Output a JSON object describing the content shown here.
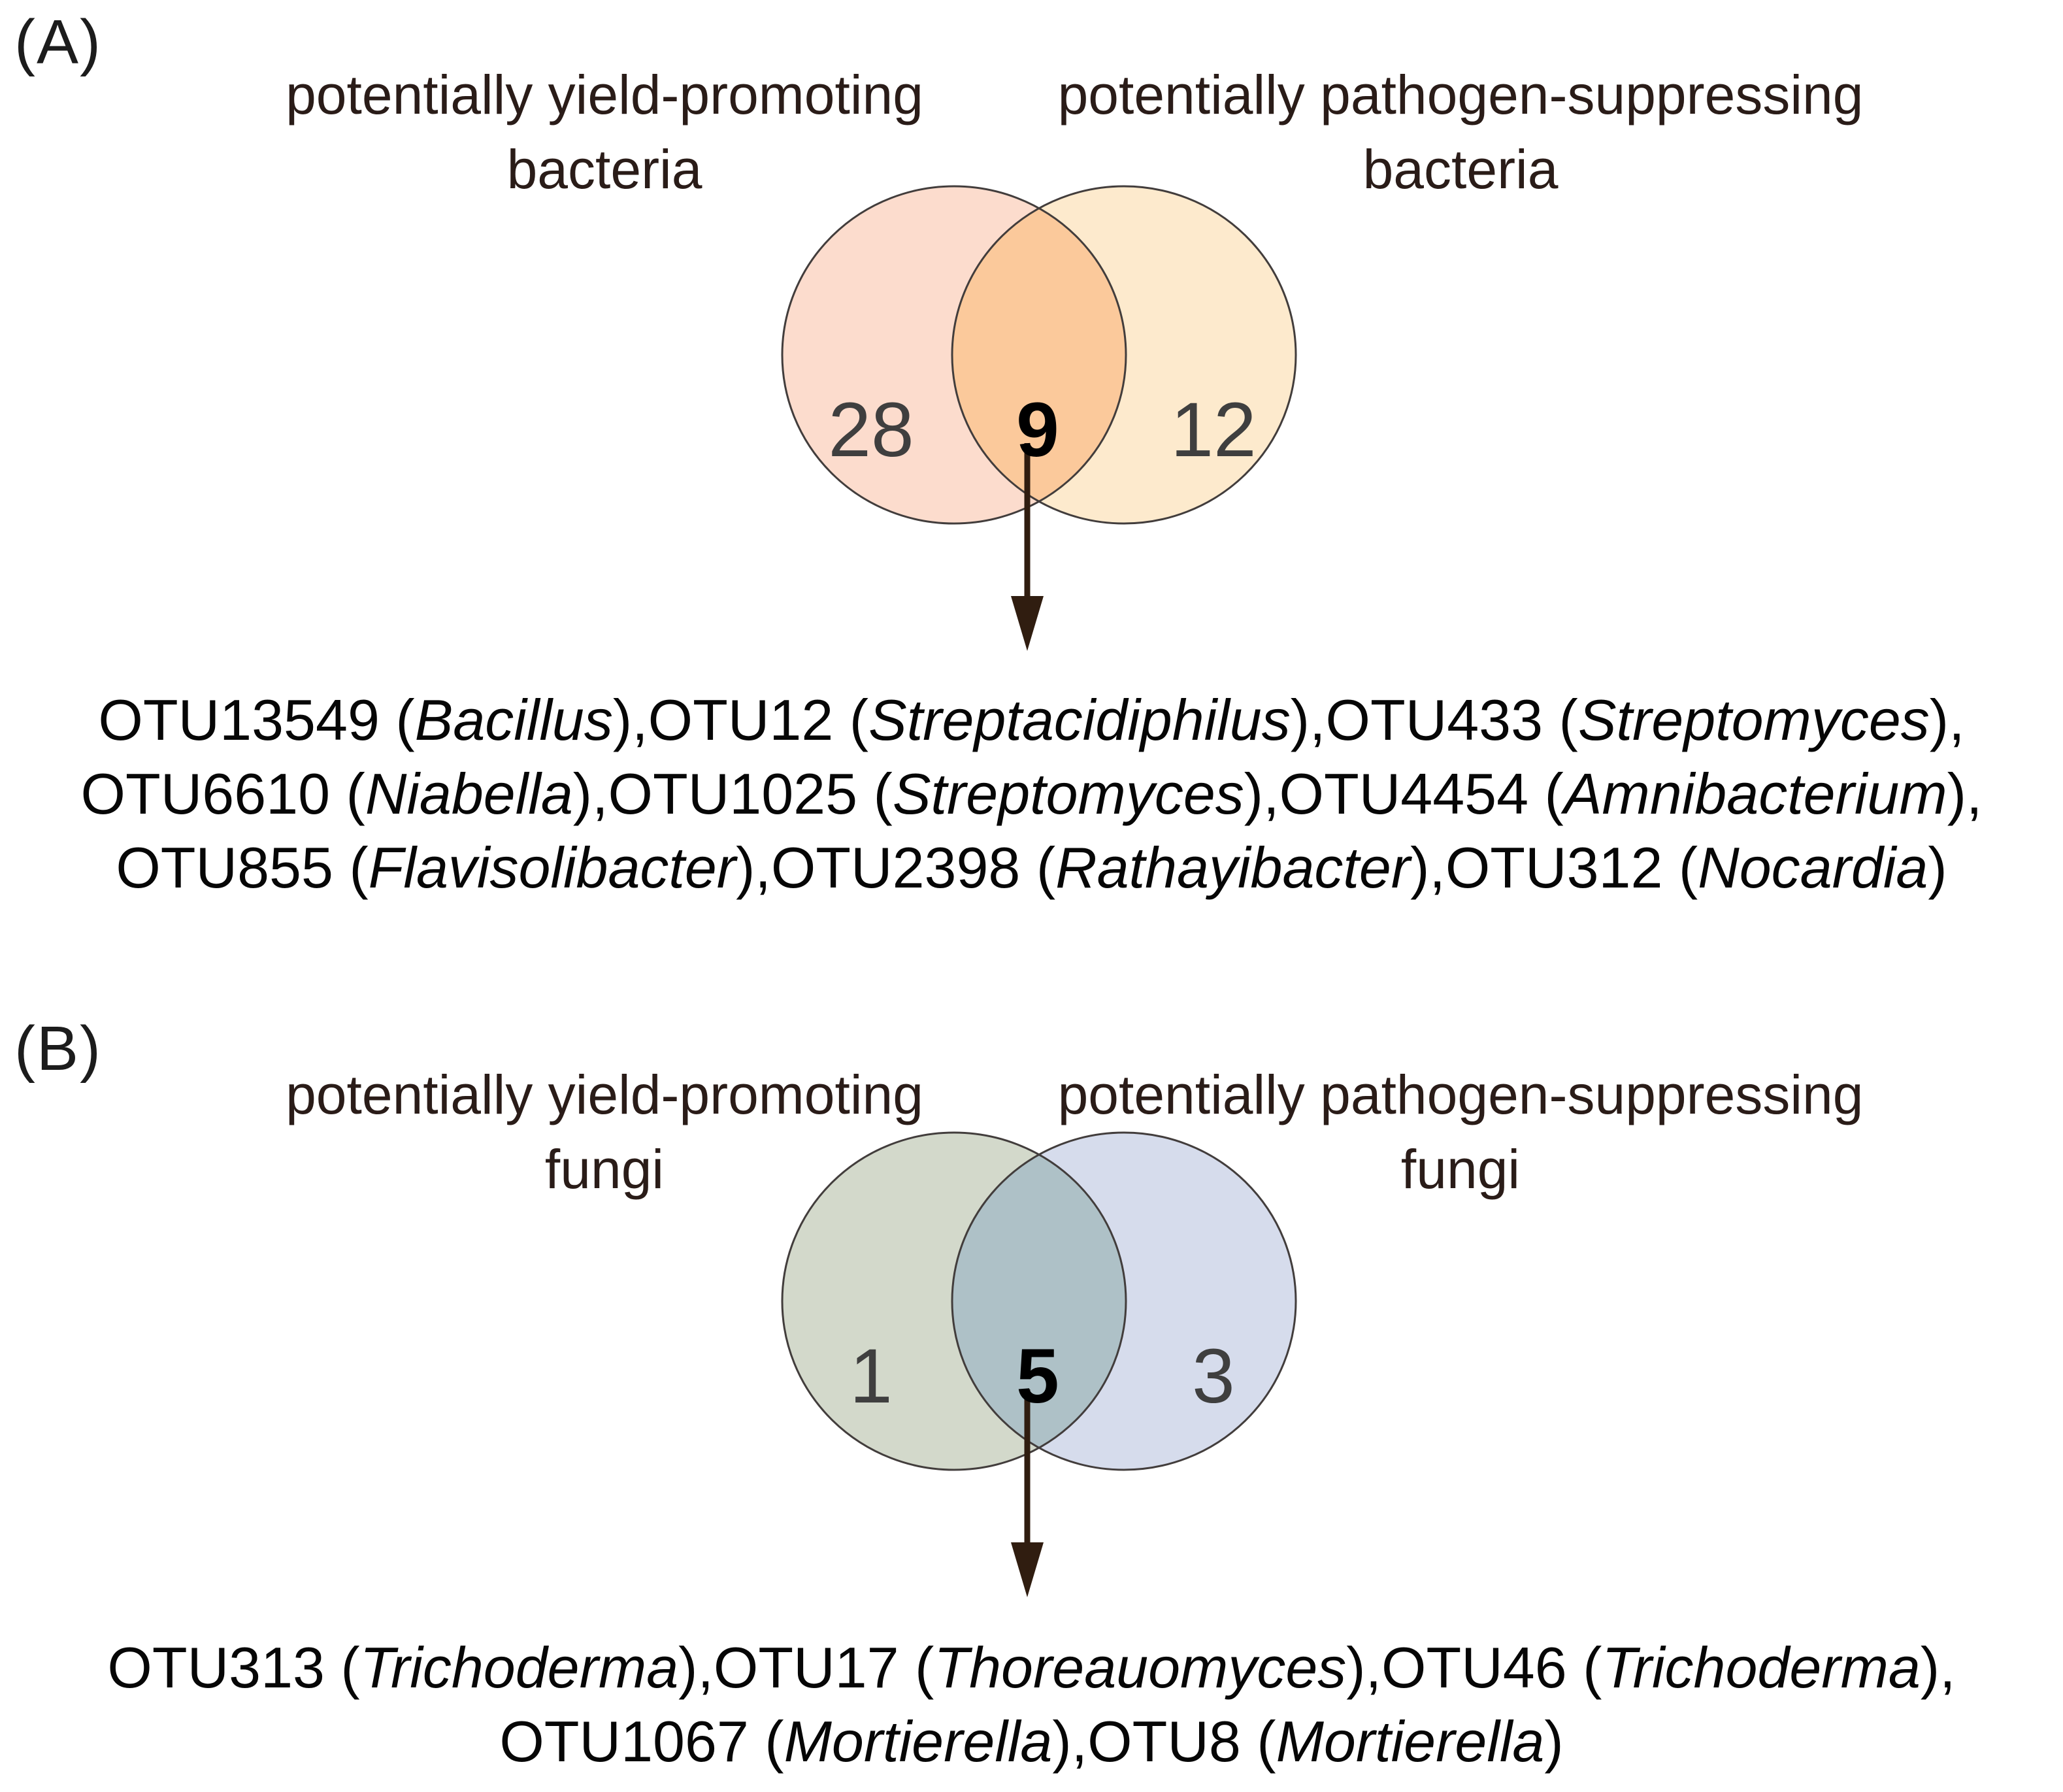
{
  "colors": {
    "background": "#ffffff",
    "outline": "#423d3c",
    "arrow": "#301d10",
    "count_text": "#3f3f3f",
    "center_count_text": "#000000",
    "title_text": "#2a1c18",
    "otu_text": "#060606"
  },
  "panels": [
    {
      "label": "(A)",
      "left_set": {
        "title": [
          "potentially yield-promoting",
          "bacteria"
        ],
        "count": "28",
        "color": "#fcdccd"
      },
      "right_set": {
        "title": [
          "potentially pathogen-suppressing",
          "bacteria"
        ],
        "count": "12",
        "color": "#fdeacd"
      },
      "overlap": {
        "count": "9",
        "color": "#fbc99b"
      },
      "otu_lines": [
        [
          {
            "text": "OTU13549 ("
          },
          {
            "text": "Bacillus",
            "italic": true
          },
          {
            "text": "),OTU12 ("
          },
          {
            "text": "Streptacidiphilus",
            "italic": true
          },
          {
            "text": "),OTU433 ("
          },
          {
            "text": "Streptomyces",
            "italic": true
          },
          {
            "text": "),"
          }
        ],
        [
          {
            "text": "OTU6610 ("
          },
          {
            "text": "Niabella",
            "italic": true
          },
          {
            "text": "),OTU1025 ("
          },
          {
            "text": "Streptomyces",
            "italic": true
          },
          {
            "text": "),OTU4454 ("
          },
          {
            "text": "Amnibacterium",
            "italic": true
          },
          {
            "text": "),"
          }
        ],
        [
          {
            "text": "OTU855 ("
          },
          {
            "text": "Flavisolibacter",
            "italic": true
          },
          {
            "text": "),OTU2398 ("
          },
          {
            "text": "Rathayibacter",
            "italic": true
          },
          {
            "text": "),OTU312 ("
          },
          {
            "text": "Nocardia",
            "italic": true
          },
          {
            "text": ")"
          }
        ]
      ]
    },
    {
      "label": "(B)",
      "left_set": {
        "title": [
          "potentially yield-promoting",
          "fungi"
        ],
        "count": "1",
        "color": "#d3d9cb"
      },
      "right_set": {
        "title": [
          "potentially pathogen-suppressing",
          "fungi"
        ],
        "count": "3",
        "color": "#d6dcec"
      },
      "overlap": {
        "count": "5",
        "color": "#aec1c7"
      },
      "otu_lines": [
        [
          {
            "text": "OTU313 ("
          },
          {
            "text": "Trichoderma",
            "italic": true
          },
          {
            "text": "),OTU17 ("
          },
          {
            "text": "Thoreauomyces",
            "italic": true
          },
          {
            "text": "),OTU46 ("
          },
          {
            "text": "Trichoderma",
            "italic": true
          },
          {
            "text": "),"
          }
        ],
        [
          {
            "text": "OTU1067 ("
          },
          {
            "text": "Mortierella",
            "italic": true
          },
          {
            "text": "),OTU8 ("
          },
          {
            "text": "Mortierella",
            "italic": true
          },
          {
            "text": ")"
          }
        ]
      ]
    }
  ]
}
